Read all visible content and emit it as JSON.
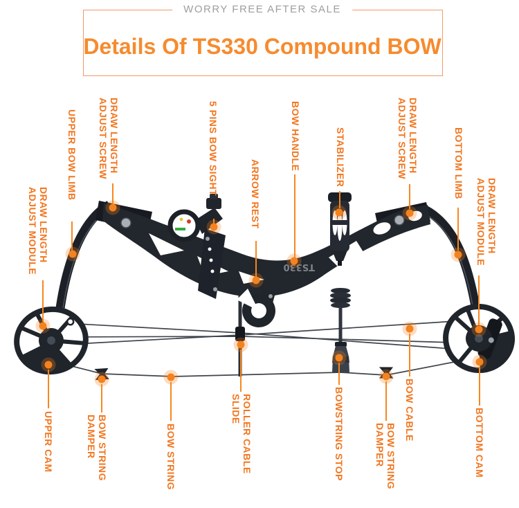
{
  "header": {
    "tagline": "WORRY FREE AFTER SALE",
    "title": "Details Of TS330 Compound BOW"
  },
  "diagram": {
    "product_text": "TS330",
    "labels": [
      {
        "id": "upper-bow-limb",
        "text": "UPPER BOW LIMB"
      },
      {
        "id": "draw-length-adjust-screw-left",
        "text": "DRAW LENGTH\nADJUST SCREW"
      },
      {
        "id": "five-pins-bow-sight",
        "text": "5 PINS BOW SIGHT"
      },
      {
        "id": "arrow-rest",
        "text": "ARROW REST"
      },
      {
        "id": "bow-handle",
        "text": "BOW HANDLE"
      },
      {
        "id": "stabilizer",
        "text": "STABILIZER"
      },
      {
        "id": "draw-length-adjust-screw-right",
        "text": "DRAW LENGTH\nADJUST SCREW"
      },
      {
        "id": "bottom-limb",
        "text": "BOTTOM LIMB"
      },
      {
        "id": "draw-length-adjust-module-right",
        "text": "DRAW LENGTH\nADJUST MODULE"
      },
      {
        "id": "draw-length-adjust-module-left",
        "text": "DRAW LENGTH\nADJUST MODULE"
      },
      {
        "id": "upper-cam",
        "text": "UPPER CAM"
      },
      {
        "id": "bow-string-damper-left",
        "text": "BOW STRING\nDAMPER"
      },
      {
        "id": "bow-string",
        "text": "BOW STRING"
      },
      {
        "id": "roller-cable-slide",
        "text": "ROLLER CABLE\nSLIDE"
      },
      {
        "id": "bowstring-stop",
        "text": "BOWSTRING STOP"
      },
      {
        "id": "bow-cable",
        "text": "BOW CABLE"
      },
      {
        "id": "bow-string-damper-right",
        "text": "BOW STRING\nDAMPER"
      },
      {
        "id": "bottom-cam",
        "text": "BOTTOM CAM"
      }
    ],
    "colors": {
      "accent_text": "#f2761f",
      "dot": "#f5821d",
      "leader_line": "#f6871f",
      "title": "#f68b2e",
      "tagline": "#9b9ea0",
      "bow_body": "#20242b"
    }
  }
}
